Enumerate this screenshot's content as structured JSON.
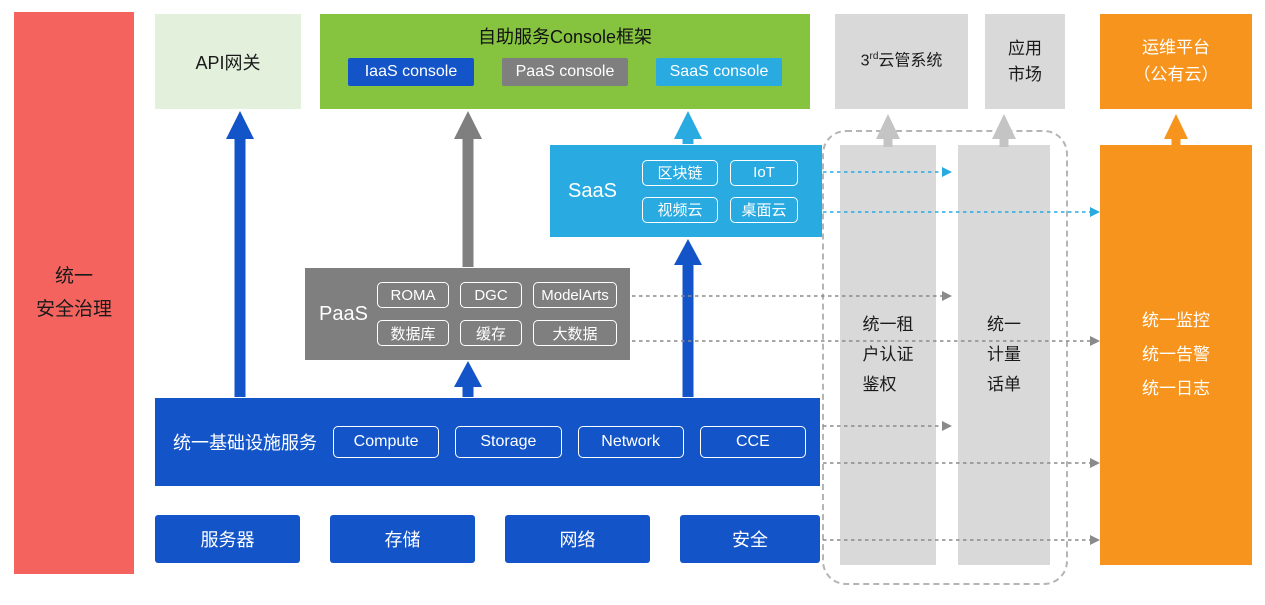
{
  "colors": {
    "red": "#f4635e",
    "api_gateway_bg": "#e3f0dc",
    "green": "#86c440",
    "blue": "#1355c8",
    "cyan": "#29abe2",
    "gray": "#7f7f7f",
    "light_gray": "#d9d9d9",
    "orange": "#f7941d"
  },
  "security": {
    "label": "统一\n安全治理"
  },
  "api_gateway": {
    "label": "API网关"
  },
  "console": {
    "title": "自助服务Console框架",
    "iaas": "IaaS console",
    "paas": "PaaS console",
    "saas": "SaaS console"
  },
  "third_cloud": {
    "prefix": "3",
    "sup": "rd",
    "suffix": "云管系统"
  },
  "app_market": {
    "label": "应用\n市场"
  },
  "om_platform": {
    "label": "运维平台\n（公有云）"
  },
  "saas": {
    "label": "SaaS",
    "items": [
      "区块链",
      "IoT",
      "视频云",
      "桌面云"
    ]
  },
  "paas": {
    "label": "PaaS",
    "items": [
      "ROMA",
      "DGC",
      "ModelArts",
      "数据库",
      "缓存",
      "大数据"
    ]
  },
  "infra": {
    "label": "统一基础设施服务",
    "items": [
      "Compute",
      "Storage",
      "Network",
      "CCE"
    ]
  },
  "resources": {
    "items": [
      "服务器",
      "存储",
      "网络",
      "安全"
    ]
  },
  "tenant_auth": {
    "label": "统一租\n户认证\n鉴权"
  },
  "metering": {
    "label": "统一\n计量\n话单"
  },
  "monitoring": {
    "label": "统一监控\n统一告警\n统一日志"
  }
}
